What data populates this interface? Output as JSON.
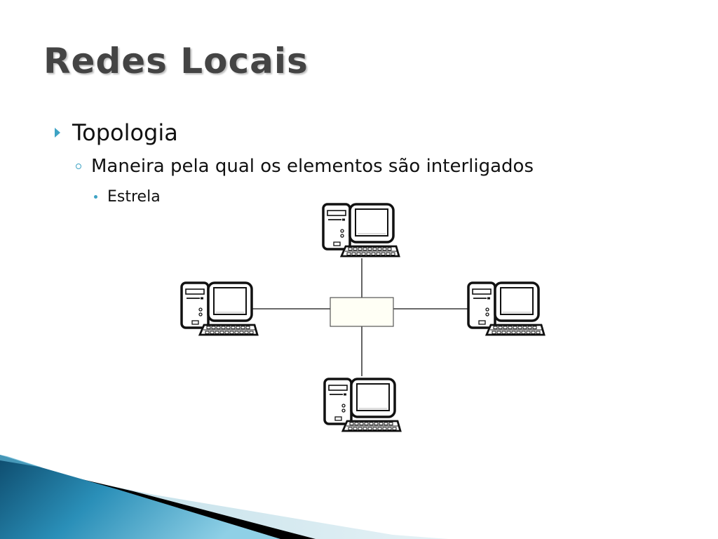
{
  "slide": {
    "title": "Redes Locais",
    "bullets": {
      "level1": "Topologia",
      "level2": "Maneira pela qual os elementos são interligados",
      "level3": "Estrela"
    }
  },
  "diagram": {
    "topology": "star",
    "hub": {
      "label": ""
    },
    "nodes": [
      {
        "name": "computer-top",
        "icon": "desktop-computer-icon"
      },
      {
        "name": "computer-left",
        "icon": "desktop-computer-icon"
      },
      {
        "name": "computer-right",
        "icon": "desktop-computer-icon"
      },
      {
        "name": "computer-bottom",
        "icon": "desktop-computer-icon"
      }
    ],
    "links": [
      [
        "hub",
        "computer-top"
      ],
      [
        "hub",
        "computer-left"
      ],
      [
        "hub",
        "computer-right"
      ],
      [
        "hub",
        "computer-bottom"
      ]
    ]
  },
  "theme": {
    "accent": "#3ea3c4",
    "title_color": "#444444",
    "hub_fill": "#fffff5",
    "wave_colors": [
      "#0e4c6e",
      "#2a8fb8",
      "#8fd0e6",
      "#000000",
      "#cde3ea"
    ]
  }
}
